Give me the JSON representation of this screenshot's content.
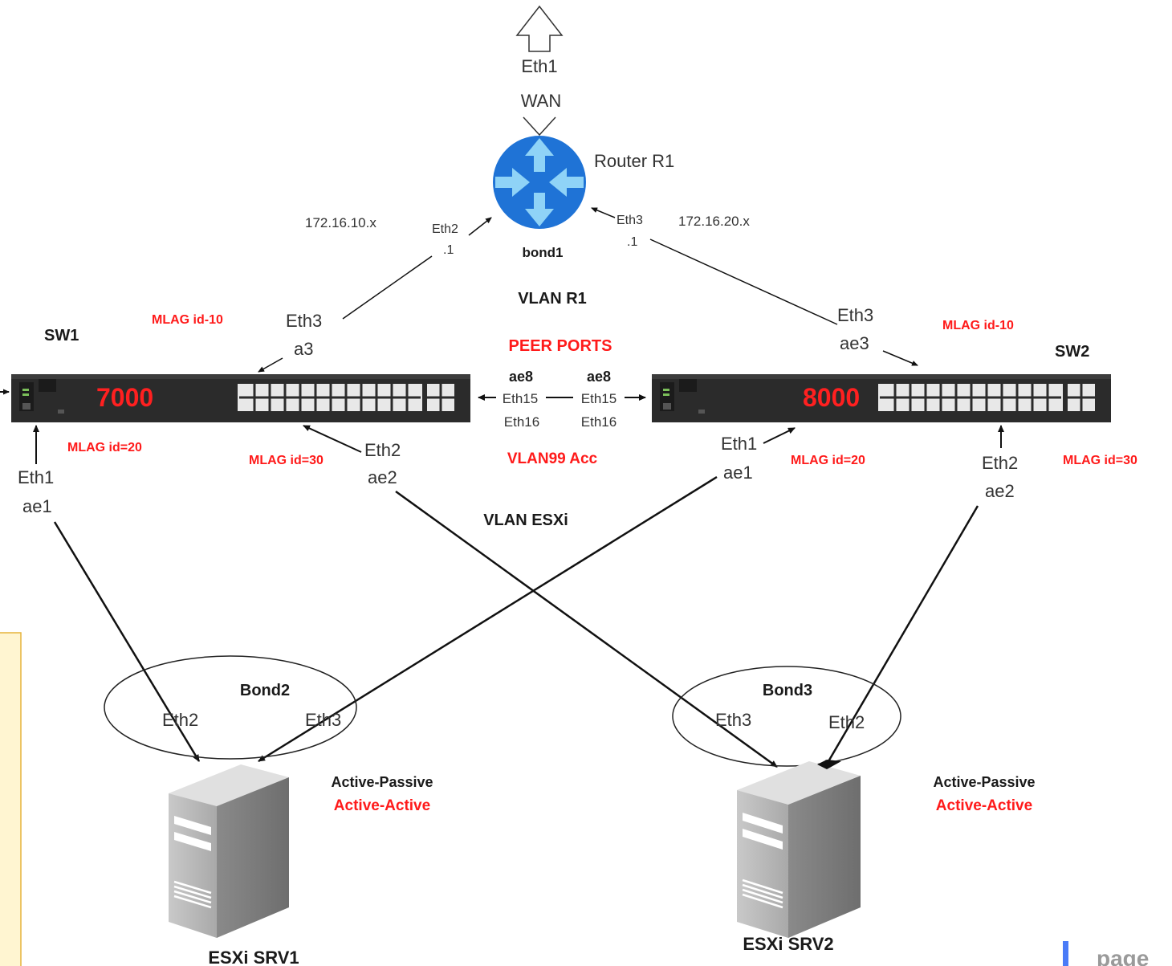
{
  "wan": {
    "iface": "Eth1",
    "label": "WAN"
  },
  "router": {
    "name": "Router R1",
    "bond": "bond1"
  },
  "router_left": {
    "subnet": "172.16.10.x",
    "iface": "Eth2",
    "addr": ".1"
  },
  "router_right": {
    "subnet": "172.16.20.x",
    "iface": "Eth3",
    "addr": ".1"
  },
  "vlan_r1": "VLAN R1",
  "vlan_esxi": "VLAN ESXi",
  "sw1": {
    "name": "SW1",
    "model": "7000",
    "mlag_top": "MLAG id-10",
    "mlag_left": "MLAG id=20",
    "mlag_mid": "MLAG id=30",
    "up_iface": "Eth3",
    "up_ae": "a3",
    "p1_iface": "Eth1",
    "p1_ae": "ae1",
    "p2_iface": "Eth2",
    "p2_ae": "ae2"
  },
  "sw2": {
    "name": "SW2",
    "model": "8000",
    "mlag_top": "MLAG id-10",
    "mlag_left": "MLAG id=20",
    "mlag_right": "MLAG id=30",
    "up_iface": "Eth3",
    "up_ae": "ae3",
    "p1_iface": "Eth1",
    "p1_ae": "ae1",
    "p2_iface": "Eth2",
    "p2_ae": "ae2"
  },
  "peer": {
    "title": "PEER PORTS",
    "left_ae": "ae8",
    "right_ae": "ae8",
    "left_p1": "Eth15",
    "right_p1": "Eth15",
    "left_p2": "Eth16",
    "right_p2": "Eth16",
    "vlan": "VLAN99 Acc"
  },
  "srv1": {
    "name": "ESXi SRV1",
    "bond": "Bond2",
    "nic_a": "Eth2",
    "nic_b": "Eth3",
    "mode_1": "Active-Passive",
    "mode_2": "Active-Active"
  },
  "srv2": {
    "name": "ESXi SRV2",
    "bond": "Bond3",
    "nic_a": "Eth3",
    "nic_b": "Eth2",
    "mode_1": "Active-Passive",
    "mode_2": "Active-Active"
  },
  "corner_text": "page",
  "colors": {
    "router_blue": "#1f73d6",
    "router_arrow": "#8fd3f7",
    "switch_body": "#2b2b2b",
    "model_red": "#ff2020",
    "note_bg": "#fff5d1",
    "note_border": "#e6b33c",
    "corner_blue": "#4a7bf7"
  }
}
